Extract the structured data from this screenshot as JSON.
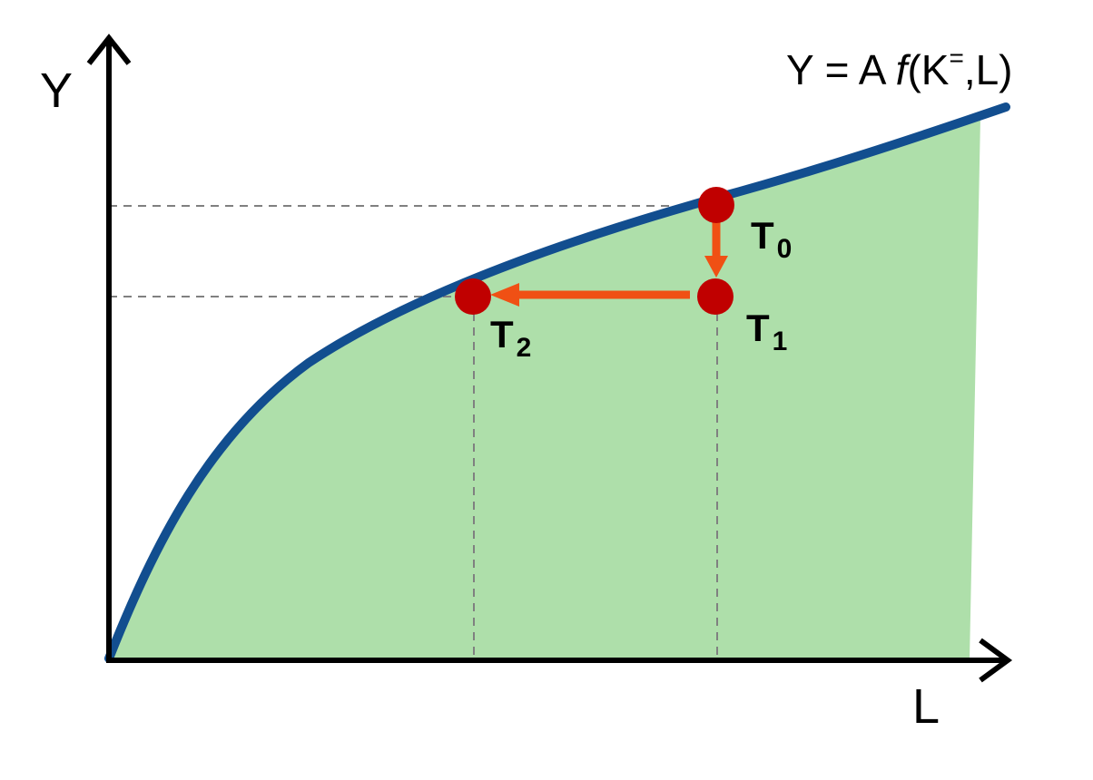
{
  "axes": {
    "y_label": "Y",
    "x_label": "L"
  },
  "curve": {
    "label_prefix": "Y = A ",
    "label_func": "f",
    "label_args": "(K",
    "label_sup": "=",
    "label_suffix": ",L)"
  },
  "points": [
    {
      "name": "T",
      "sub": "0"
    },
    {
      "name": "T",
      "sub": "1"
    },
    {
      "name": "T",
      "sub": "2"
    }
  ],
  "colors": {
    "curve": "#124e8f",
    "area": "#aedfaa",
    "point": "#c00000",
    "arrow": "#f05014",
    "dashes": "#808080",
    "axes": "#000000"
  }
}
